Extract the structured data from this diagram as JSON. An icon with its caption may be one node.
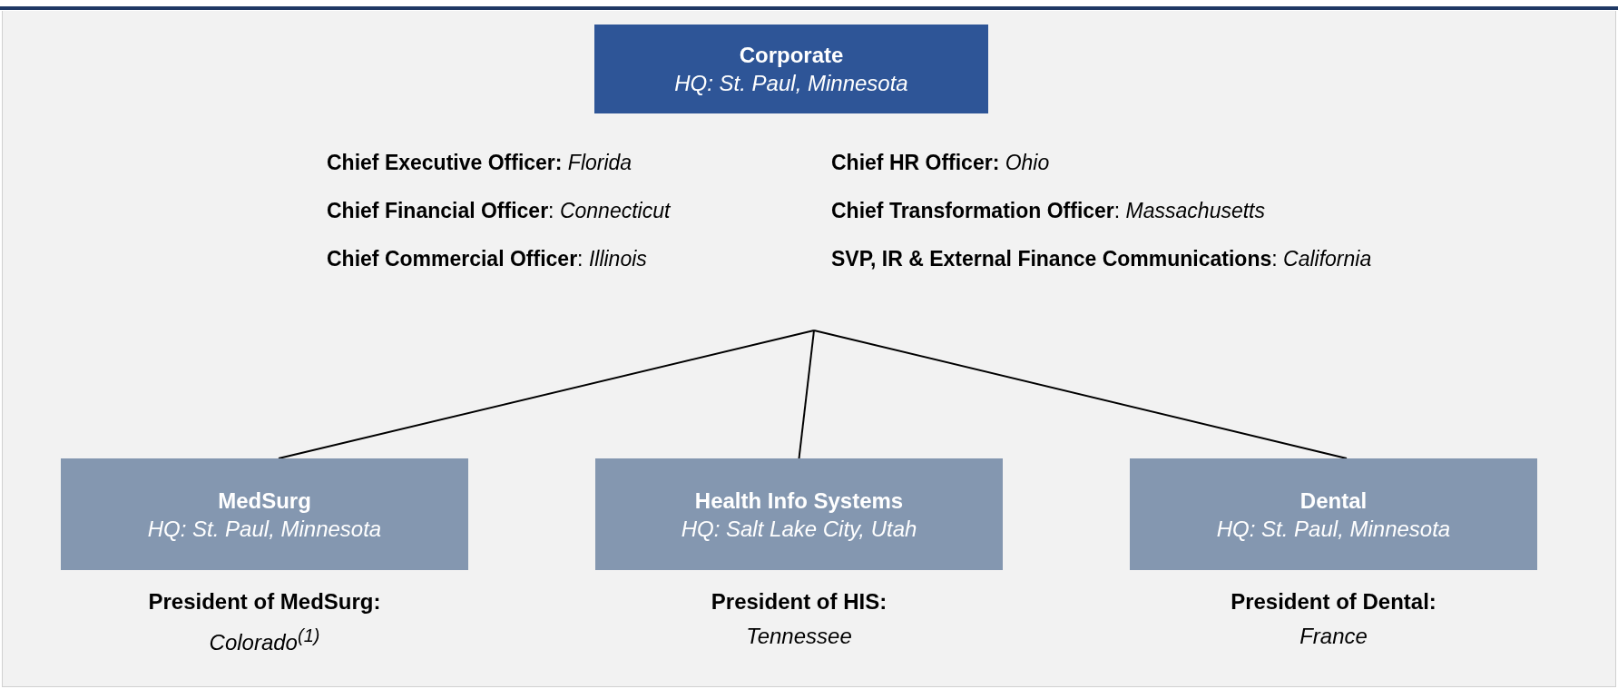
{
  "diagram": {
    "nodes": [
      {
        "text": [
          "Corporate",
          "HQ: St. Paul, Minnesota"
        ]
      },
      {
        "text": [
          "MedSurg",
          "HQ: St. Paul, Minnesota"
        ],
        "beside": [
          "President of MedSurg:",
          "Colorado$^{(1)}$"
        ]
      },
      {
        "text": [
          "Health Info Systems",
          "HQ: Salt Lake City, Utah"
        ],
        "beside": [
          "President of HIS:",
          "Tennessee"
        ]
      },
      {
        "text": [
          "Dental",
          "HQ: St. Paul, Minnesota"
        ],
        "beside": [
          "President of Dental:",
          "France"
        ]
      }
    ],
    "edges": [
      {
        "from": null,
        "to": 1,
        "arrow": "none"
      },
      {
        "from": null,
        "to": 2,
        "arrow": "none"
      },
      {
        "from": null,
        "to": 3,
        "arrow": "none"
      }
    ],
    "labels": [
      "**Chief Executive Officer:** *Florida*",
      "**Chief HR Officer:** *Ohio*",
      "**Chief Financial Officer**: *Connecticut*",
      "**Chief Transformation Officer**: *Massachusetts*",
      "**Chief Commercial Officer**: *Illinois*",
      "**SVP, IR & External Finance Communications**: *California*"
    ]
  }
}
